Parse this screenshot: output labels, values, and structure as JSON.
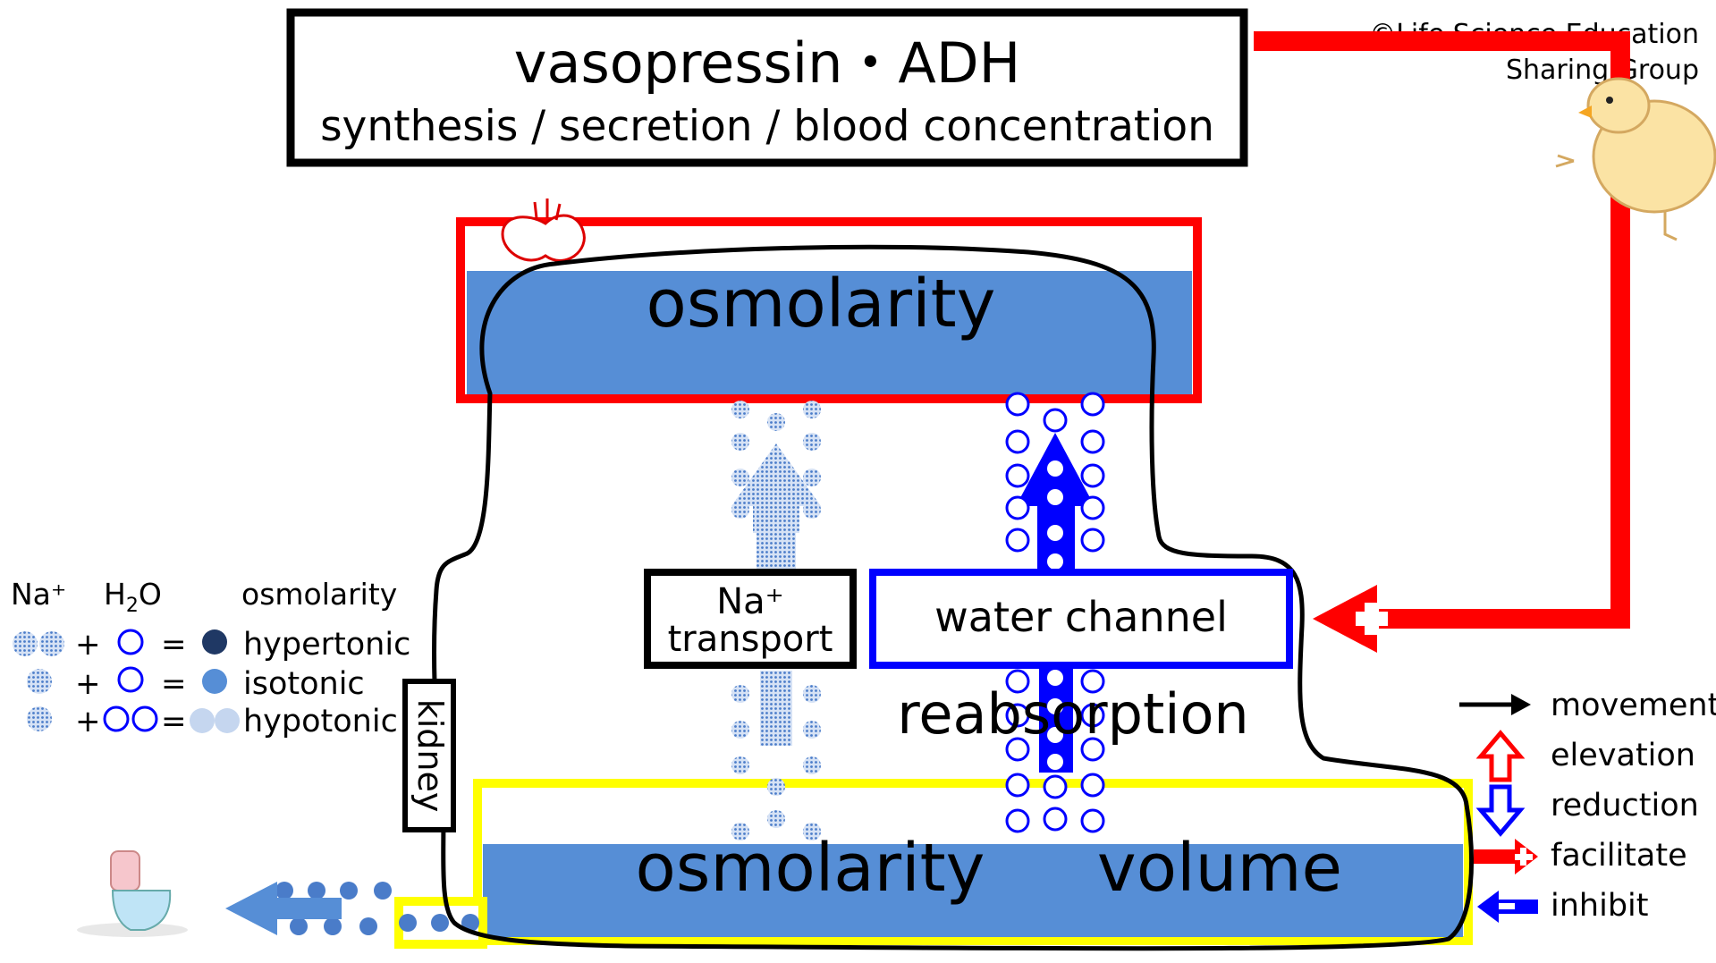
{
  "header": {
    "title": "vasopressin・ADH",
    "subtitle": "synthesis / secretion / blood concentration"
  },
  "credit": {
    "line1": "©Life Science Education",
    "line2": "Sharing Group"
  },
  "blood": {
    "label": "osmolarity"
  },
  "urine": {
    "osmolarity_label": "osmolarity",
    "volume_label": "volume"
  },
  "kidney": {
    "label": "kidney"
  },
  "transport": {
    "sodium_line1": "Na⁺",
    "sodium_line2": "transport",
    "water_channel": "water channel",
    "reabsorption": "reabsorption"
  },
  "key": {
    "na_header": "Na⁺",
    "h2o_header_main": "H",
    "h2o_header_sub": "2",
    "h2o_header_end": "O",
    "osm_header": "osmolarity",
    "plus": "+",
    "equals": "=",
    "rows": [
      {
        "label": "hypertonic"
      },
      {
        "label": "isotonic"
      },
      {
        "label": "hypotonic"
      }
    ]
  },
  "legend": {
    "items": [
      {
        "label": "movement"
      },
      {
        "label": "elevation"
      },
      {
        "label": "reduction"
      },
      {
        "label": "facilitate"
      },
      {
        "label": "inhibit"
      }
    ]
  },
  "colors": {
    "red": "#ff0000",
    "blue_fill": "#568ed6",
    "blue_stroke": "#0000ff",
    "yellow": "#ffff00",
    "dark_navy": "#1f3864",
    "light_blue": "#c5d6ef"
  }
}
